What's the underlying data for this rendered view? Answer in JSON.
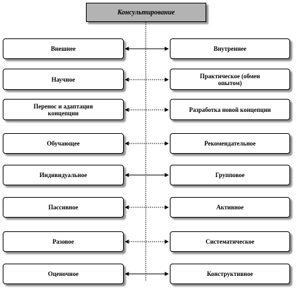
{
  "title": "Консультирование",
  "rows": [
    {
      "left": "Внешнее",
      "right": "Внутреннее",
      "connector": "solid"
    },
    {
      "left": "Научное",
      "right": "Практическое (обмен опытом)",
      "connector": "dotted"
    },
    {
      "left": "Перенос и адаптация концепции",
      "right": "Разработка новой концепции",
      "connector": "dotted"
    },
    {
      "left": "Обучающее",
      "right": "Рекомендательное",
      "connector": "dotted"
    },
    {
      "left": "Индивидуальное",
      "right": "Групповое",
      "connector": "solid"
    },
    {
      "left": "Пассивное",
      "right": "Активное",
      "connector": "dotted"
    },
    {
      "left": "Разовое",
      "right": "Систематическое",
      "connector": "dotted"
    },
    {
      "left": "Оценочное",
      "right": "Конструктивное",
      "connector": "solid"
    }
  ],
  "colors": {
    "title_fill": "#b3b3b3",
    "line": "#000000",
    "box_fill": "#ffffff"
  }
}
